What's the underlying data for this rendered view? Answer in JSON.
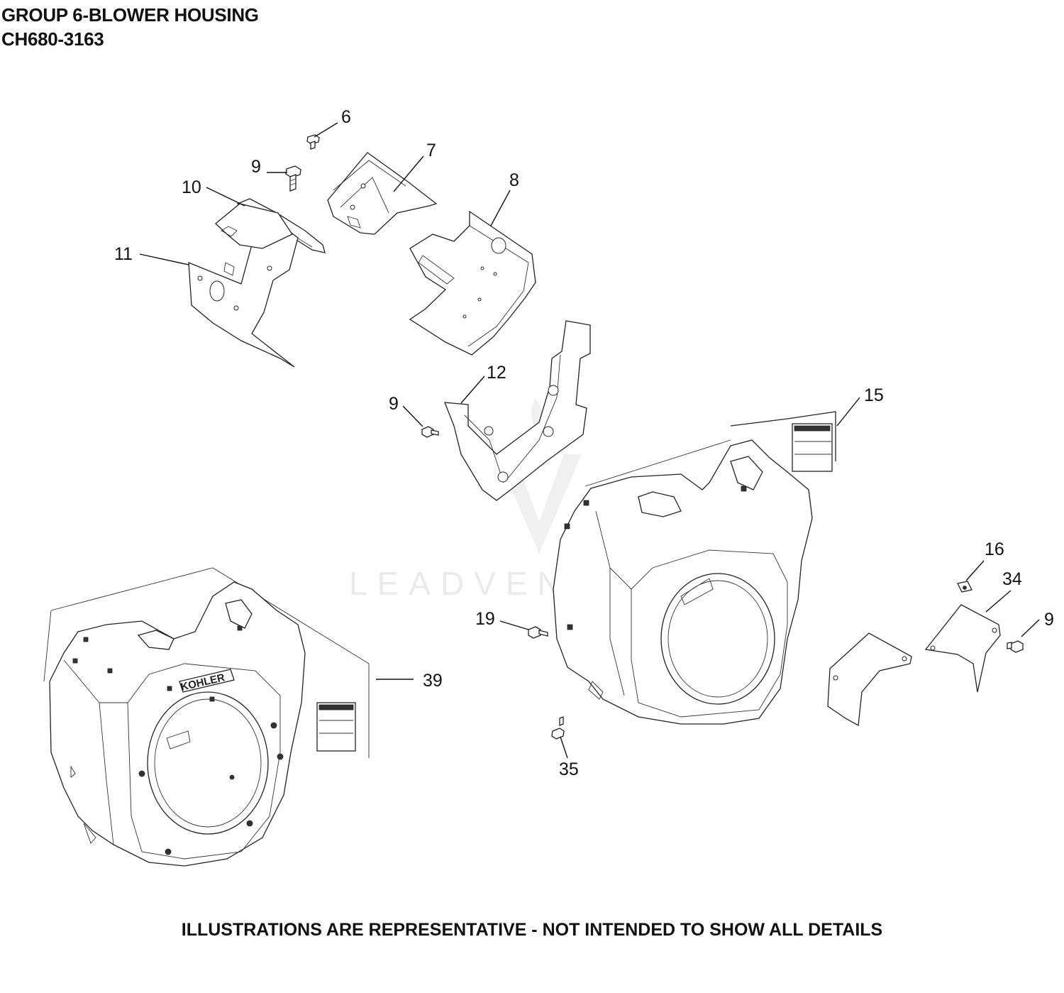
{
  "header": {
    "group_title": "GROUP 6-BLOWER HOUSING",
    "model": "CH680-3163"
  },
  "watermark": "LEADVENTURE",
  "footer_note": "ILLUSTRATIONS ARE REPRESENTATIVE - NOT INTENDED TO SHOW ALL DETAILS",
  "housing_logo": "KOHLER",
  "callouts": {
    "c6": "6",
    "c7": "7",
    "c8": "8",
    "c9a": "9",
    "c10": "10",
    "c11": "11",
    "c12": "12",
    "c9b": "9",
    "c15": "15",
    "c16": "16",
    "c34": "34",
    "c9c": "9",
    "c19": "19",
    "c39": "39",
    "c35": "35"
  }
}
